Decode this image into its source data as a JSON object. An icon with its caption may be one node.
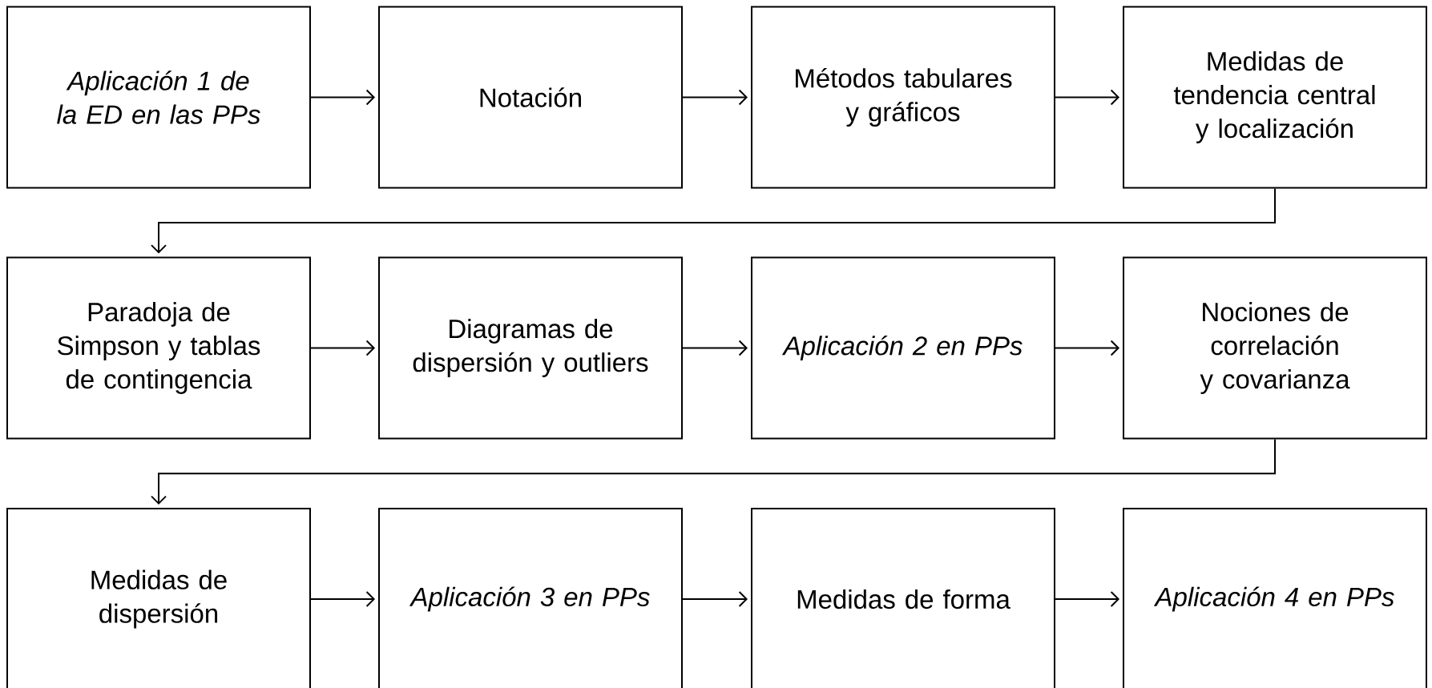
{
  "diagram": {
    "nodes": [
      {
        "text": [
          "*Aplicación 1 de la ED en las PPs*"
        ]
      },
      {
        "text": [
          "Notación"
        ]
      },
      {
        "text": [
          "Métodos tabulares y gráficos"
        ]
      },
      {
        "text": [
          "Medidas de tendencia central y localización"
        ]
      },
      {
        "text": [
          "Paradoja de Simpson y tablas de contingencia"
        ]
      },
      {
        "text": [
          "Diagramas de dispersión y outliers"
        ]
      },
      {
        "text": [
          "*Aplicación 2 en PPs*"
        ]
      },
      {
        "text": [
          "Nociones de correlación y covarianza"
        ]
      },
      {
        "text": [
          "Medidas de dispersión"
        ]
      },
      {
        "text": [
          "*Aplicación 3 en PPs*"
        ]
      },
      {
        "text": [
          "Medidas de forma"
        ]
      },
      {
        "text": [
          "*Aplicación 4 en PPs*"
        ]
      }
    ],
    "edges": [
      {
        "from": 0,
        "to": 1,
        "arrow": "to"
      },
      {
        "from": 1,
        "to": 2,
        "arrow": "to"
      },
      {
        "from": 2,
        "to": 3,
        "arrow": "to"
      },
      {
        "from": 3,
        "to": 4,
        "arrow": "to"
      },
      {
        "from": 4,
        "to": 5,
        "arrow": "to"
      },
      {
        "from": 5,
        "to": 6,
        "arrow": "to"
      },
      {
        "from": 6,
        "to": 7,
        "arrow": "to"
      },
      {
        "from": 7,
        "to": 8,
        "arrow": "to"
      },
      {
        "from": 8,
        "to": 9,
        "arrow": "to"
      },
      {
        "from": 9,
        "to": 10,
        "arrow": "to"
      },
      {
        "from": 10,
        "to": 11,
        "arrow": "to"
      }
    ]
  }
}
